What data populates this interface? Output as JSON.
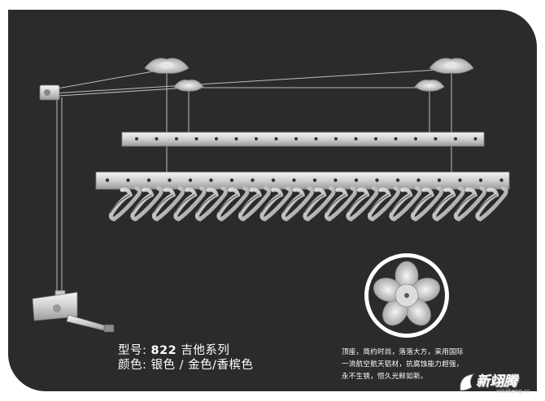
{
  "product": {
    "model_label": "型号:",
    "model_number": "822",
    "model_series": "吉他系列",
    "color_label": "颜色:",
    "color_options": "银色 / 金色/香槟色"
  },
  "features": {
    "line1": "顶座，简约时尚，落落大方，采用国际",
    "line2": "一流航空航天铝材，抗腐蚀能力超强，",
    "line3": "永不生锈，恒久光鲜如新。"
  },
  "watermark": {
    "brand_text": "新翊腾",
    "url_text": "xinzheng.cc"
  },
  "colors": {
    "panel": "#2b2b2b",
    "aluminum": "#d9d9d9",
    "hanger": "#bdbdbd",
    "text": "#ffffff"
  }
}
